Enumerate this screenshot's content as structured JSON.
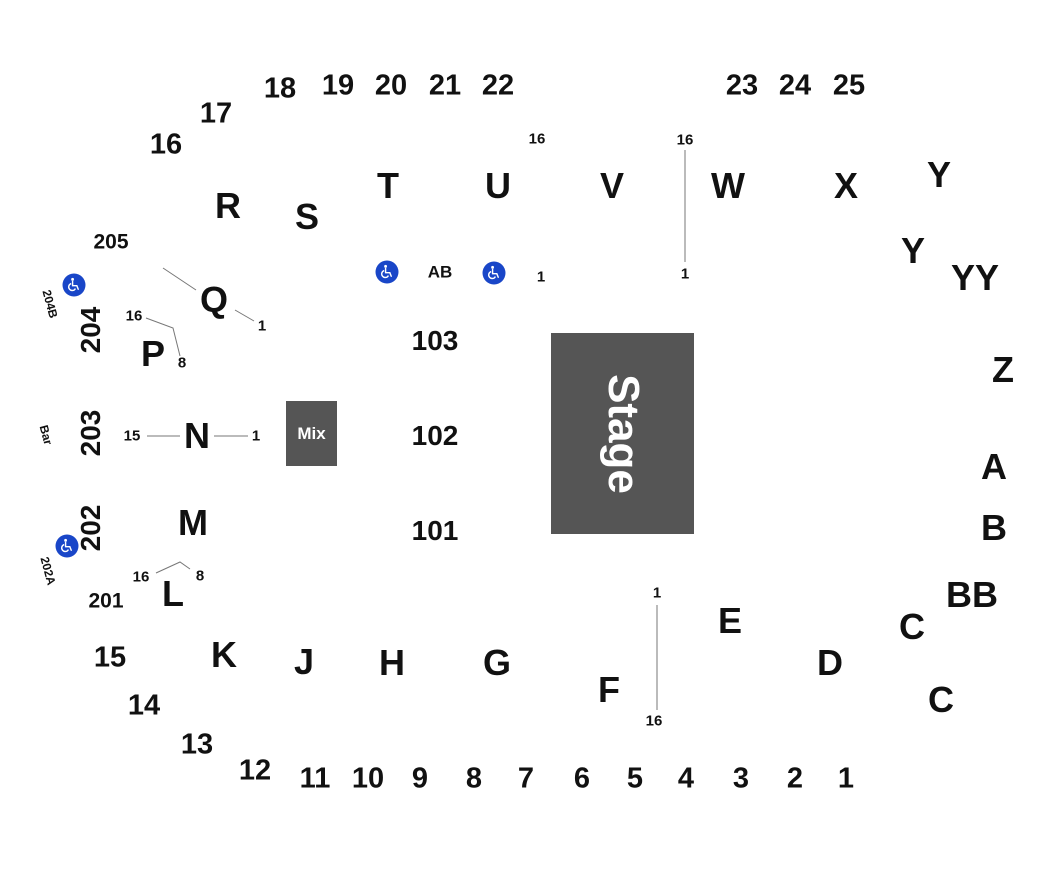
{
  "stage": {
    "label": "Stage"
  },
  "mix": {
    "label": "Mix"
  },
  "floor_sections": {
    "s103": "103",
    "s102": "102",
    "s101": "101"
  },
  "upper_sections": {
    "s205": "205",
    "s204": "204",
    "s204b": "204B",
    "bar": "Bar",
    "s203": "203",
    "s202": "202",
    "s202a": "202A",
    "s201": "201"
  },
  "ab_label": "AB",
  "sections_top": {
    "s16": "16",
    "s17": "17",
    "s18": "18",
    "s19": "19",
    "s20": "20",
    "s21": "21",
    "s22": "22",
    "s23": "23",
    "s24": "24",
    "s25": "25"
  },
  "sections_bottom": {
    "s15": "15",
    "s14": "14",
    "s13": "13",
    "s12": "12",
    "s11": "11",
    "s10": "10",
    "s9": "9",
    "s8": "8",
    "s7": "7",
    "s6": "6",
    "s5": "5",
    "s4": "4",
    "s3": "3",
    "s2": "2",
    "s1": "1"
  },
  "rows": {
    "R": "R",
    "S": "S",
    "T": "T",
    "U": "U",
    "V": "V",
    "W": "W",
    "X": "X",
    "Y1": "Y",
    "Y2": "Y",
    "YY": "YY",
    "Z": "Z",
    "A": "A",
    "B": "B",
    "BB": "BB",
    "C1": "C",
    "C2": "C",
    "D": "D",
    "E": "E",
    "F": "F",
    "G": "G",
    "H": "H",
    "J": "J",
    "K": "K",
    "L": "L",
    "M": "M",
    "N": "N",
    "P": "P",
    "Q": "Q"
  },
  "seat_numbers": {
    "u_16": "16",
    "u_1": "1",
    "w_16": "16",
    "w_1": "1",
    "q_1": "1",
    "p_16": "16",
    "p_8": "8",
    "n_15": "15",
    "n_1": "1",
    "l_16": "16",
    "l_8": "8",
    "f_1": "1",
    "f_16": "16"
  },
  "icons": {
    "accessible": "wheelchair-icon",
    "color": "#1946c8"
  }
}
